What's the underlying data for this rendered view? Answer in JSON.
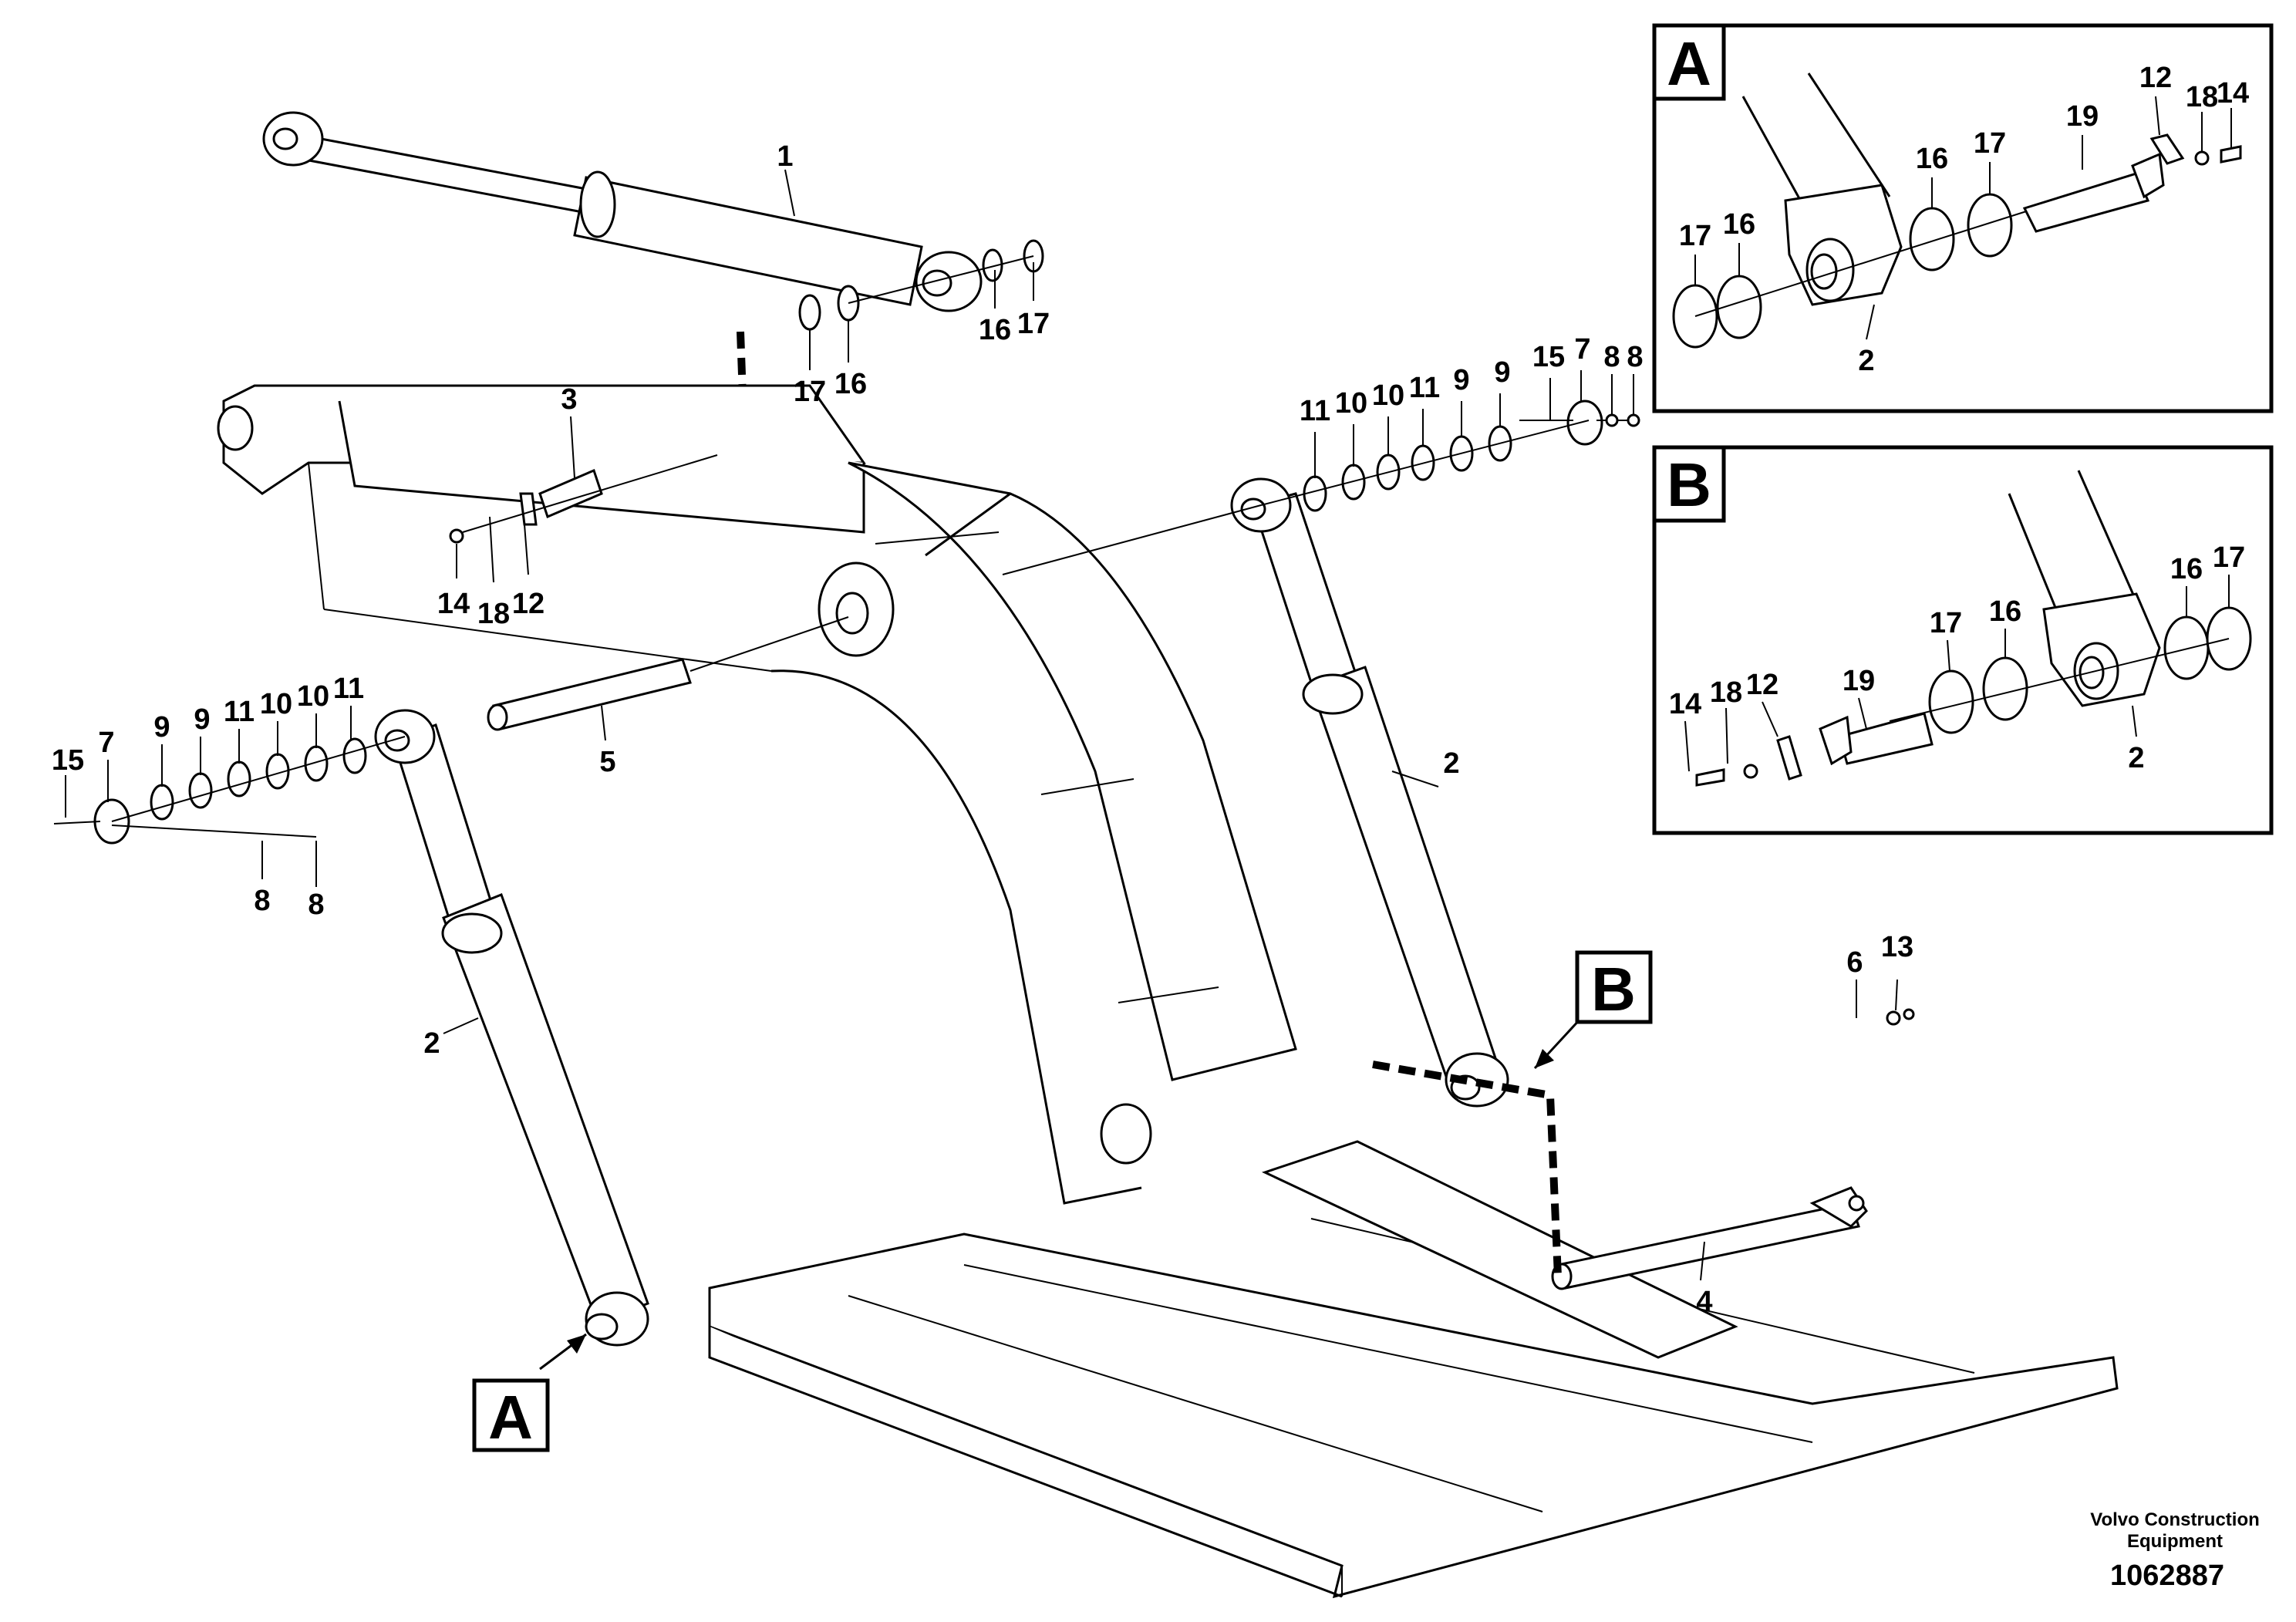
{
  "detail_views": {
    "A": {
      "label": "A",
      "items": [
        "17",
        "16",
        "2",
        "16",
        "17",
        "19",
        "12",
        "18",
        "14"
      ]
    },
    "B": {
      "label": "B",
      "items": [
        "14",
        "18",
        "12",
        "19",
        "17",
        "16",
        "2",
        "16",
        "17"
      ]
    }
  },
  "callouts": {
    "A": "A",
    "B": "B"
  },
  "main_labels": {
    "boom_cylinder": "1",
    "washer_16_top": "16",
    "washer_17_top": "17",
    "washer_17_mid": "17",
    "washer_16_mid": "16",
    "pin_3": "3",
    "screw_14": "14",
    "washer_18": "18",
    "lock_12": "12",
    "pin_5": "5",
    "left_15": "15",
    "left_7": "7",
    "left_9a": "9",
    "left_9b": "9",
    "left_11a": "11",
    "left_10a": "10",
    "left_10b": "10",
    "left_11b": "11",
    "left_8a": "8",
    "left_8b": "8",
    "left_cylinder_2": "2",
    "right_11a": "11",
    "right_10a": "10",
    "right_10b": "10",
    "right_11b": "11",
    "right_9a": "9",
    "right_9b": "9",
    "right_15": "15",
    "right_7": "7",
    "right_8a": "8",
    "right_8b": "8",
    "right_cylinder_2": "2",
    "pin_4": "4",
    "washer_6": "6",
    "screw_13": "13"
  },
  "footer": {
    "company_line1": "Volvo Construction",
    "company_line2": "Equipment",
    "figure_number": "1062887"
  }
}
